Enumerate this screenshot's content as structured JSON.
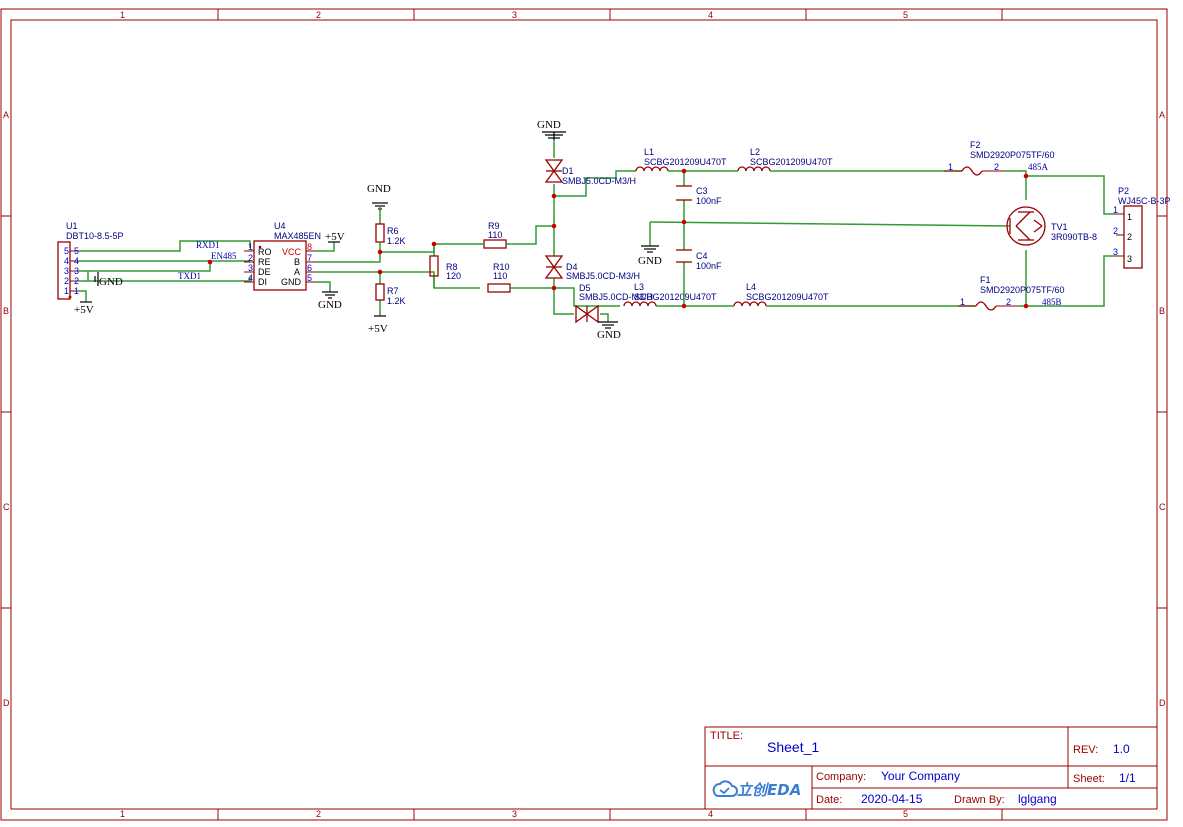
{
  "grid": {
    "columns": [
      "1",
      "2",
      "3",
      "4",
      "5"
    ],
    "rows": [
      "A",
      "B",
      "C",
      "D"
    ]
  },
  "title_block": {
    "title_label": "TITLE:",
    "title_value": "Sheet_1",
    "rev_label": "REV:",
    "rev_value": "1.0",
    "company_label": "Company:",
    "company_value": "Your Company",
    "sheet_label": "Sheet:",
    "sheet_value": "1/1",
    "date_label": "Date:",
    "date_value": "2020-04-15",
    "drawn_label": "Drawn By:",
    "drawn_value": "lglgang",
    "logo_text": "立创EDA"
  },
  "components": {
    "u1": {
      "ref": "U1",
      "value": "DBT10-8.5-5P",
      "pins": [
        "5",
        "4",
        "3",
        "2",
        "1"
      ]
    },
    "u4": {
      "ref": "U4",
      "value": "MAX485EN",
      "pin_names_left": [
        "RO",
        "RE",
        "DE",
        "DI"
      ],
      "pin_names_right": [
        "VCC",
        "B",
        "A",
        "GND"
      ],
      "pins_left": [
        "1",
        "2",
        "3",
        "4"
      ],
      "pins_right": [
        "8",
        "7",
        "6",
        "5"
      ]
    },
    "r6": {
      "ref": "R6",
      "value": "1.2K"
    },
    "r7": {
      "ref": "R7",
      "value": "1.2K"
    },
    "r8": {
      "ref": "R8",
      "value": "120"
    },
    "r9": {
      "ref": "R9",
      "value": "110"
    },
    "r10": {
      "ref": "R10",
      "value": "110"
    },
    "d1": {
      "ref": "D1",
      "value": "SMBJ5.0CD-M3/H"
    },
    "d4": {
      "ref": "D4",
      "value": "SMBJ5.0CD-M3/H"
    },
    "d5": {
      "ref": "D5",
      "value": "SMBJ5.0CD-M3/H"
    },
    "l1": {
      "ref": "L1",
      "value": "SCBG201209U470T"
    },
    "l2": {
      "ref": "L2",
      "value": "SCBG201209U470T"
    },
    "l3": {
      "ref": "L3",
      "value": "SCBG201209U470T"
    },
    "l4": {
      "ref": "L4",
      "value": "SCBG201209U470T"
    },
    "c3": {
      "ref": "C3",
      "value": "100nF"
    },
    "c4": {
      "ref": "C4",
      "value": "100nF"
    },
    "f1": {
      "ref": "F1",
      "value": "SMD2920P075TF/60",
      "pin1": "1",
      "pin2": "2"
    },
    "f2": {
      "ref": "F2",
      "value": "SMD2920P075TF/60",
      "pin1": "1",
      "pin2": "2"
    },
    "tv1": {
      "ref": "TV1",
      "value": "3R090TB-8"
    },
    "p2": {
      "ref": "P2",
      "value": "WJ45C-B-3P",
      "pins": [
        "1",
        "2",
        "3"
      ]
    }
  },
  "nets": {
    "rxd1": "RXD1",
    "en485": "EN485",
    "txd1": "TXD1",
    "n485a": "485A",
    "n485b": "485B",
    "gnd": "GND",
    "vcc5": "+5V"
  }
}
